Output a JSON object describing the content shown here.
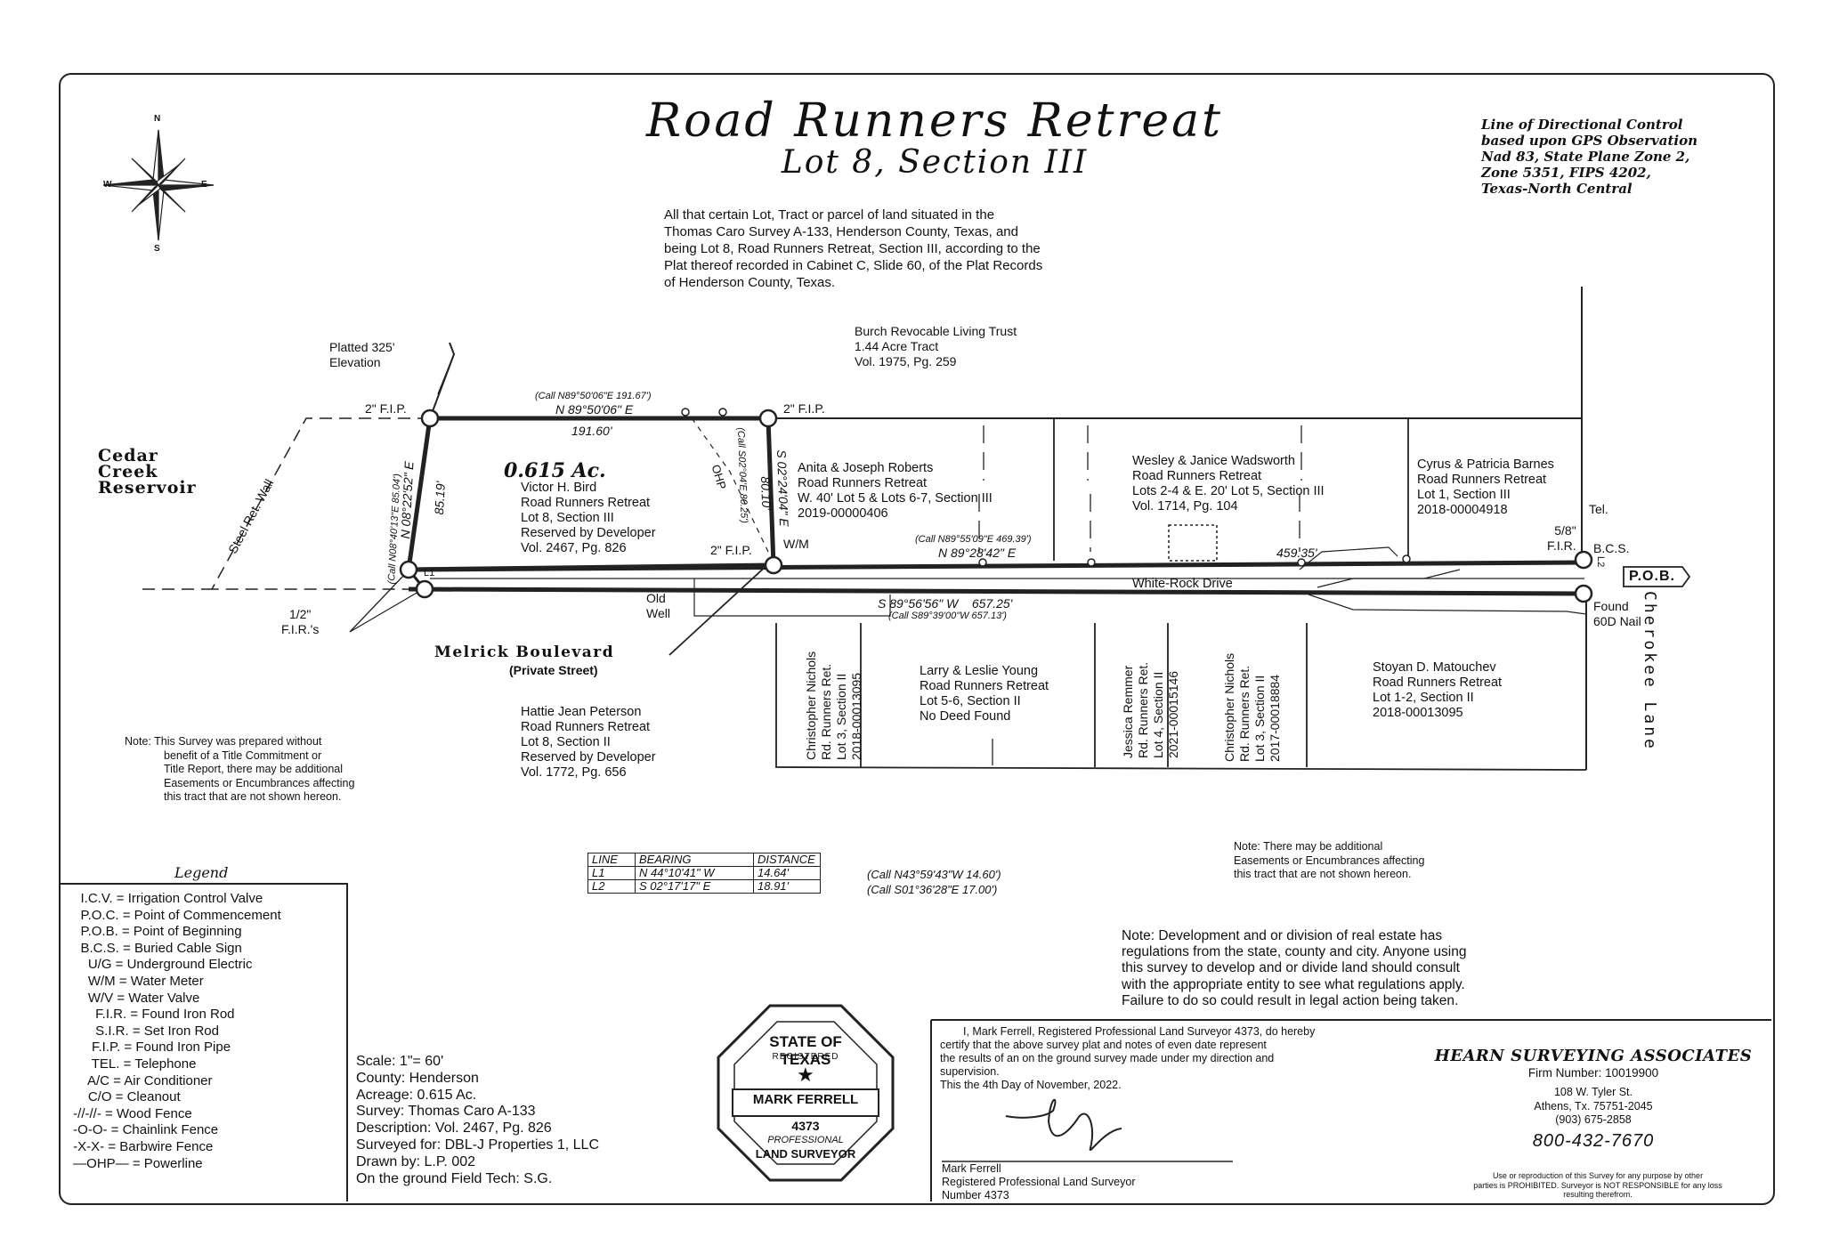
{
  "title": {
    "line1": "Road Runners Retreat",
    "line2": "Lot 8, Section III"
  },
  "compass": {
    "n": "N",
    "s": "S",
    "e": "E",
    "w": "W"
  },
  "directional_control": [
    "Line of Directional Control",
    "based upon GPS Observation",
    "Nad 83, State Plane Zone 2,",
    "Zone 5351, FIPS 4202,",
    "Texas-North Central"
  ],
  "description": [
    "All that certain Lot, Tract or parcel of land situated in the",
    "Thomas Caro Survey A-133, Henderson County, Texas, and",
    "being Lot 8, Road Runners Retreat, Section III, according to the",
    "Plat thereof recorded in Cabinet C, Slide 60,  of the Plat Records",
    "of Henderson County, Texas."
  ],
  "plat": {
    "burch": [
      "Burch Revocable Living Trust",
      "1.44 Acre Tract",
      "Vol. 1975, Pg. 259"
    ],
    "platted_325": [
      "Platted 325'",
      "Elevation"
    ],
    "fip_nw": "2\" F.I.P.",
    "fip_ne": "2\" F.I.P.",
    "fip_se": "2\" F.I.P.",
    "call_north": "(Call N89°50'06\"E 191.67')",
    "north_bearing": "N 89°50'06\" E",
    "north_distance": "191.60'",
    "cedar_creek": [
      "Cedar",
      "Creek",
      "Reservoir"
    ],
    "steel_wall": "Steel Ret. Wall",
    "acreage": "0.615 Ac.",
    "subject_owner": [
      "Victor H. Bird",
      "Road Runners Retreat",
      "Lot 8, Section III",
      "Reserved by Developer",
      "Vol. 2467, Pg. 826"
    ],
    "west_call": "(Call N08°40'13\"E 85.04')",
    "west_bearing": "N 08°22'52\" E",
    "west_distance": "85.19'",
    "ohp": "OHP",
    "east_call": "(Call S02°04'E 80.25')",
    "east_bearing": "S 02°24'04\" E",
    "east_distance": "80.10'",
    "wm": "W/M",
    "roberts": [
      "Anita & Joseph Roberts",
      "Road Runners Retreat",
      "W. 40' Lot 5 & Lots 6-7, Section III",
      "2019-00000406"
    ],
    "wadsworth": [
      "Wesley & Janice Wadsworth",
      "Road Runners Retreat",
      "Lots 2-4 & E. 20' Lot 5, Section III",
      "Vol. 1714, Pg. 104"
    ],
    "barnes": [
      "Cyrus & Patricia Barnes",
      "Road Runners Retreat",
      "Lot 1, Section III",
      "2018-00004918"
    ],
    "call_east_line": "(Call N89°55'09\"E 469.39')",
    "east_line_bearing": "N 89°28'42\" E",
    "east_line_distance": "459.35'",
    "tel": "Tel.",
    "fir_58": [
      "5/8\"",
      "F.I.R."
    ],
    "bcs": "B.C.S.",
    "l2": "L2",
    "pob": "P.O.B.",
    "found_nail": [
      "Found",
      "60D Nail"
    ],
    "white_rock": "White-Rock Drive",
    "old_well": [
      "Old",
      "Well"
    ],
    "south_bearing": "S 89°56'56\" W    657.25'",
    "south_call": "(Call S89°39'00\"W 657.13')",
    "l1": "L1",
    "half_firs": [
      "1/2\"",
      "F.I.R.'s"
    ],
    "melrick": "Melrick Boulevard",
    "private_street": "(Private Street)",
    "cherokee": "Cherokee Lane",
    "nichols1": [
      "Christopher Nichols",
      "Rd. Runners Ret.",
      "Lot 3, Section II",
      "2018-00013095"
    ],
    "young": [
      "Larry & Leslie Young",
      "Road Runners Retreat",
      "Lot 5-6, Section II",
      "No Deed Found"
    ],
    "remmer": [
      "Jessica Remmer",
      "Rd. Runners Ret.",
      "Lot 4, Section II",
      "2021-00015146"
    ],
    "nichols2": [
      "Christopher Nichols",
      "Rd. Runners Ret.",
      "Lot 3, Section II",
      "2017-00018884"
    ],
    "matouchev": [
      "Stoyan D. Matouchev",
      "Road Runners Retreat",
      "Lot 1-2, Section II",
      "2018-00013095"
    ],
    "peterson": [
      "Hattie Jean Peterson",
      "Road Runners Retreat",
      "Lot 8, Section II",
      "Reserved by Developer",
      "Vol. 1772, Pg. 656"
    ]
  },
  "note_left": [
    "Note:  This Survey was prepared without",
    "benefit of a Title Commitment or",
    "Title Report, there may be additional",
    "Easements or Encumbrances affecting",
    "this tract that are not shown hereon."
  ],
  "note_right": [
    "Note:  There may be additional",
    "Easements or Encumbrances affecting",
    "this tract that are not shown hereon."
  ],
  "line_table": {
    "headers": [
      "LINE",
      "BEARING",
      "DISTANCE"
    ],
    "rows": [
      {
        "line": "L1",
        "bearing": "N 44°10'41\" W",
        "distance": "14.64'",
        "call": "(Call N43°59'43\"W 14.60')"
      },
      {
        "line": "L2",
        "bearing": "S 02°17'17\" E",
        "distance": "18.91'",
        "call": "(Call S01°36'28\"E 17.00')"
      }
    ]
  },
  "note_development": [
    "Note:  Development and or division of real estate has",
    "regulations from the state, county and city.  Anyone using",
    "this survey to develop and or divide land should consult",
    "with the appropriate entity to see what regulations apply.",
    "Failure to do so could result in legal action being taken."
  ],
  "legend": {
    "title": "Legend",
    "items": [
      "   I.C.V. = Irrigation Control Valve",
      "   P.O.C. = Point of Commencement",
      "   P.O.B. = Point of Beginning",
      "   B.C.S. = Buried Cable Sign",
      "     U/G = Underground Electric",
      "     W/M = Water Meter",
      "     W/V = Water Valve",
      "       F.I.R. = Found Iron Rod",
      "       S.I.R. = Set Iron Rod",
      "      F.I.P. = Found Iron Pipe",
      "      TEL. = Telephone",
      "     A/C = Air Conditioner",
      "     C/O = Cleanout",
      " -//-//- = Wood Fence",
      " -O-O- = Chainlink Fence",
      " -X-X- = Barbwire Fence",
      " —OHP— = Powerline"
    ]
  },
  "info": [
    "Scale:  1\"= 60'",
    "County:  Henderson",
    "Acreage:  0.615 Ac.",
    "Survey:  Thomas Caro A-133",
    "Description:  Vol. 2467, Pg. 826",
    "Surveyed for:  DBL-J Properties 1, LLC",
    "Drawn by:  L.P. 002",
    "On the ground Field Tech:  S.G."
  ],
  "seal": {
    "top": "STATE OF TEXAS",
    "registered": "REGISTERED",
    "name": "MARK FERRELL",
    "number": "4373",
    "professional": "PROFESSIONAL",
    "surveyor": "LAND SURVEYOR"
  },
  "certification": [
    "I, Mark Ferrell, Registered Professional Land Surveyor 4373, do hereby",
    "certify that the above survey plat and notes of even date represent",
    "the results of an on the ground survey made under my direction and",
    "supervision.",
    "This the 4th Day of November, 2022."
  ],
  "signature_block": [
    "Mark Ferrell",
    "Registered Professional Land Surveyor",
    "Number 4373"
  ],
  "company": {
    "name": "HEARN SURVEYING ASSOCIATES",
    "firm": "Firm Number:  10019900",
    "address1": "108 W. Tyler St.",
    "address2": "Athens, Tx.  75751-2045",
    "phone": "(903) 675-2858",
    "tollfree": "800-432-7670",
    "disclaimer": [
      "Use or reproduction of this Survey for any purpose by other",
      "parties is PROHIBITED.  Surveyor is NOT RESPONSIBLE for any loss",
      "resulting therefrom."
    ]
  }
}
